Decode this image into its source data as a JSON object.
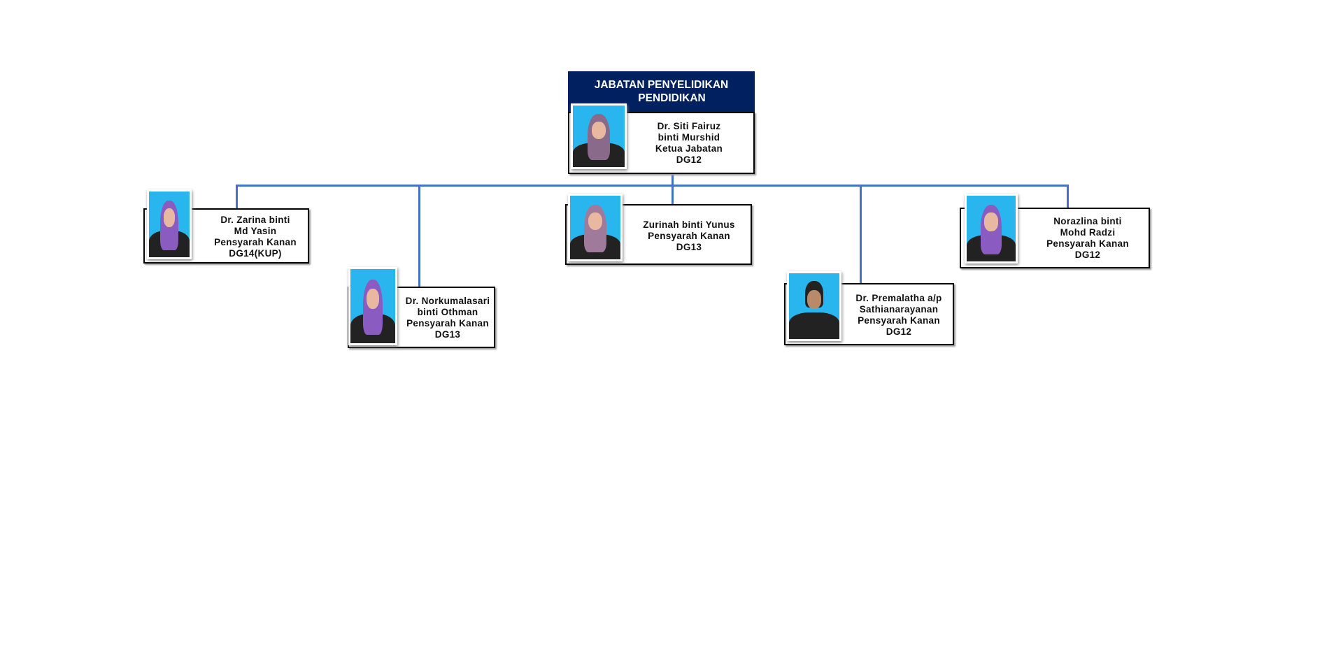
{
  "department": {
    "title_line1": "JABATAN PENYELIDIKAN",
    "title_line2": "PENDIDIKAN"
  },
  "head": {
    "name1": "Dr. Siti Fairuz",
    "name2": "binti Murshid",
    "position": "Ketua Jabatan",
    "grade": "DG12"
  },
  "members": [
    {
      "name1": "Dr. Zarina binti",
      "name2": "Md Yasin",
      "position": "Pensyarah Kanan",
      "grade": "DG14(KUP)"
    },
    {
      "name1": "Dr. Norkumalasari",
      "name2": "binti Othman",
      "position": "Pensyarah Kanan",
      "grade": "DG13"
    },
    {
      "name1": "Zurinah binti Yunus",
      "name2": "",
      "position": "Pensyarah Kanan",
      "grade": "DG13"
    },
    {
      "name1": "Dr. Premalatha a/p",
      "name2": "Sathianarayanan",
      "position": "Pensyarah Kanan",
      "grade": "DG12"
    },
    {
      "name1": "Norazlina binti",
      "name2": "Mohd Radzi",
      "position": "Pensyarah Kanan",
      "grade": "DG12"
    }
  ],
  "colors": {
    "header": "#002060",
    "connector": "#4472c4"
  }
}
